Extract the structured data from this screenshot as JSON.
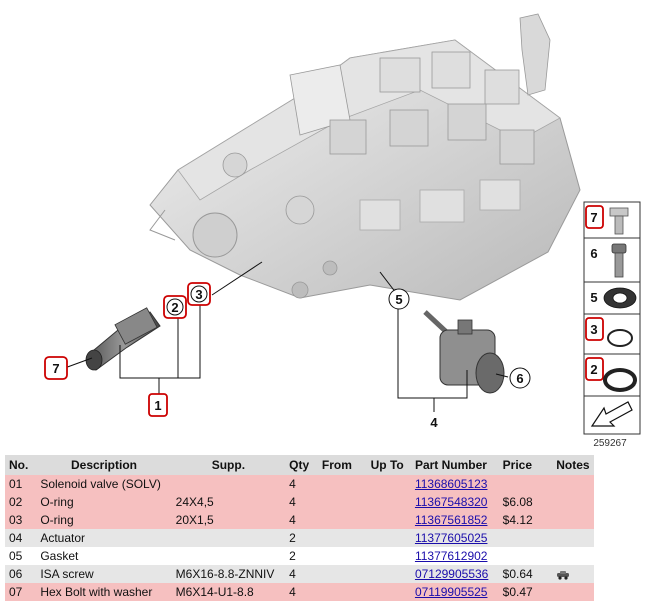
{
  "diagram": {
    "callouts": [
      "7",
      "2",
      "3",
      "1",
      "5",
      "6",
      "4"
    ],
    "legend_items": [
      "7",
      "6",
      "5",
      "3",
      "2"
    ],
    "figure_number": "259267"
  },
  "table": {
    "headers": [
      "No.",
      "Description",
      "Supp.",
      "Qty",
      "From",
      "Up To",
      "Part Number",
      "Price",
      "Notes"
    ],
    "rows": [
      {
        "no": "01",
        "description": "Solenoid valve (SOLV)",
        "supp": "",
        "qty": "4",
        "from": "",
        "upto": "",
        "part_number": "11368605123",
        "price": "",
        "highlight": true
      },
      {
        "no": "02",
        "description": "O-ring",
        "supp": "24X4,5",
        "qty": "4",
        "from": "",
        "upto": "",
        "part_number": "11367548320",
        "price": "$6.08",
        "highlight": true
      },
      {
        "no": "03",
        "description": "O-ring",
        "supp": "20X1,5",
        "qty": "4",
        "from": "",
        "upto": "",
        "part_number": "11367561852",
        "price": "$4.12",
        "highlight": true
      },
      {
        "no": "04",
        "description": "Actuator",
        "supp": "",
        "qty": "2",
        "from": "",
        "upto": "",
        "part_number": "11377605025",
        "price": "",
        "highlight": false
      },
      {
        "no": "05",
        "description": "Gasket",
        "supp": "",
        "qty": "2",
        "from": "",
        "upto": "",
        "part_number": "11377612902",
        "price": "",
        "highlight": false
      },
      {
        "no": "06",
        "description": "ISA screw",
        "supp": "M6X16-8.8-ZNNIV",
        "qty": "4",
        "from": "",
        "upto": "",
        "part_number": "07129905536",
        "price": "$0.64",
        "highlight": false
      },
      {
        "no": "07",
        "description": "Hex Bolt with washer",
        "supp": "M6X14-U1-8.8",
        "qty": "4",
        "from": "",
        "upto": "",
        "part_number": "07119905525",
        "price": "$0.47",
        "highlight": true
      }
    ]
  },
  "icons": {
    "row6_note": "car-info-icon"
  },
  "colors": {
    "highlight_row": "#f6c0c0",
    "header_bg": "#dcdcdc",
    "link": "#1a0dab",
    "callout_border": "#cc0000"
  }
}
